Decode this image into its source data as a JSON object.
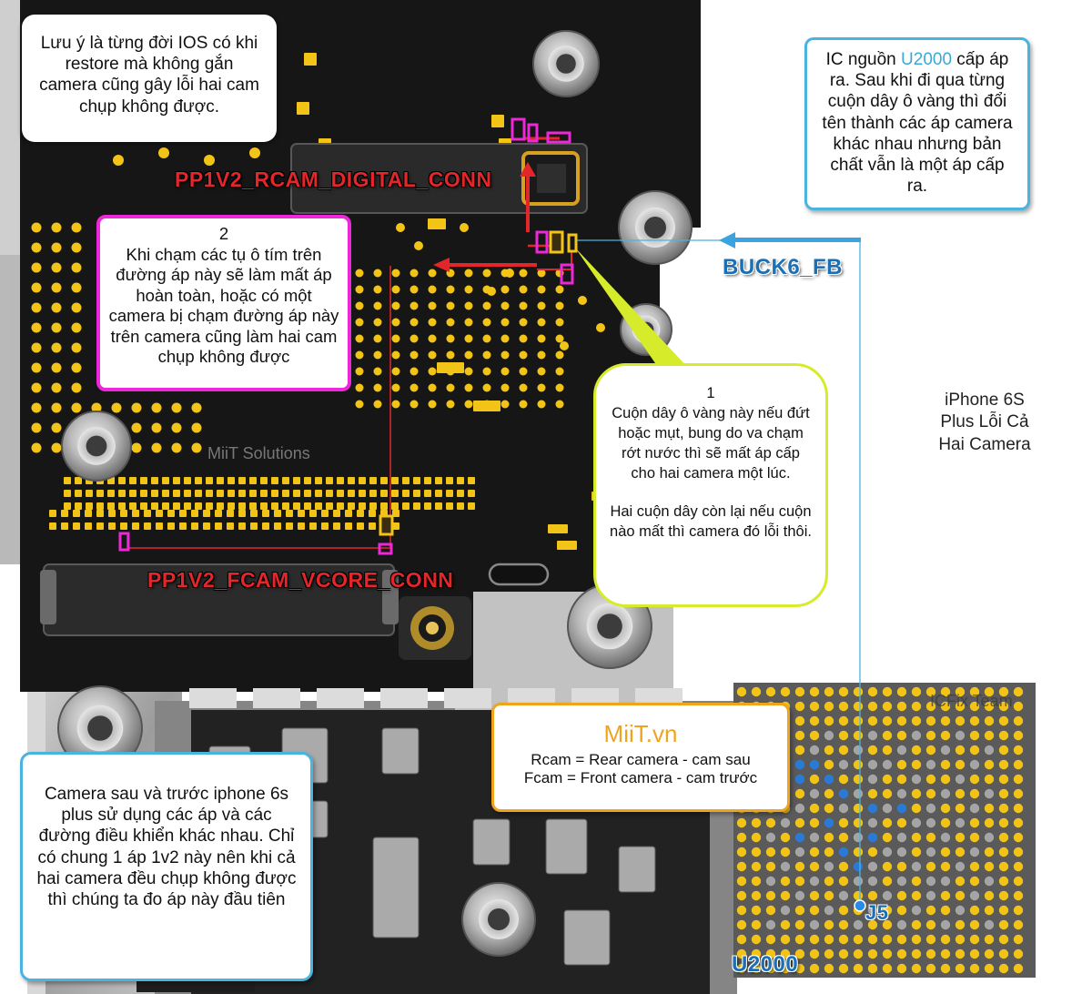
{
  "title": "iPhone 6S Plus Lỗi Cả Hai Camera",
  "callouts": {
    "top_left": "Lưu ý là từng đời IOS có khi restore mà không gắn camera cũng gây lỗi hai cam chụp không được.",
    "u2000_pre": "IC nguồn ",
    "u2000_highlight": "U2000",
    "u2000_post": " cấp áp ra. Sau khi đi qua từng cuộn dây ô vàng thì đổi tên thành các áp camera khác nhau nhưng bản chất vẫn là một áp cấp ra.",
    "magenta_number": "2",
    "magenta_text": "Khi chạm các tụ ô tím trên đường áp này sẽ làm mất áp hoàn toàn, hoặc có một camera bị chạm đường áp này trên camera cũng làm hai cam chụp không được",
    "yellow_number": "1",
    "yellow_text1": "Cuộn dây ô vàng này nếu đứt hoặc mụt, bung do va chạm rớt nước thì sẽ mất áp cấp cho hai camera một lúc.",
    "yellow_text2": "Hai cuộn dây còn lại nếu cuộn nào mất thì camera đó lỗi thôi.",
    "miit_brand": "MiiT.vn",
    "miit_line1": "Rcam = Rear camera - cam sau",
    "miit_line2": "Fcam = Front camera - cam trước",
    "bottom_left": "Camera sau và trước iphone 6s plus sử dụng các áp và các đường điều khiển khác nhau. Chỉ có chung 1 áp 1v2 này nên khi cả hai camera đều chụp không được thì chúng ta đo áp này đầu tiên"
  },
  "side_title": {
    "line1": "iPhone 6S",
    "line2": "Plus Lỗi Cả",
    "line3": "Hai Camera"
  },
  "net_labels": {
    "rcam": "PP1V2_RCAM_DIGITAL_CONN",
    "fcam": "PP1V2_FCAM_VCORE_CONN",
    "buck": "BUCK6_FB",
    "j5": "J5",
    "u2000": "U2000"
  },
  "watermarks": {
    "miit": "MiiT Solutions",
    "icfix": "ICFix Team"
  },
  "colors": {
    "pcb": "#161616",
    "pad_gold": "#f2c418",
    "trace_red": "#e3262a",
    "magenta": "#ec28d8",
    "cyan_line": "#4ab4e0",
    "bga_ball_blue": "#2a7ad8",
    "bga_ball_gray": "#a5a5a5",
    "bga_bg": "#5a5a5a"
  }
}
